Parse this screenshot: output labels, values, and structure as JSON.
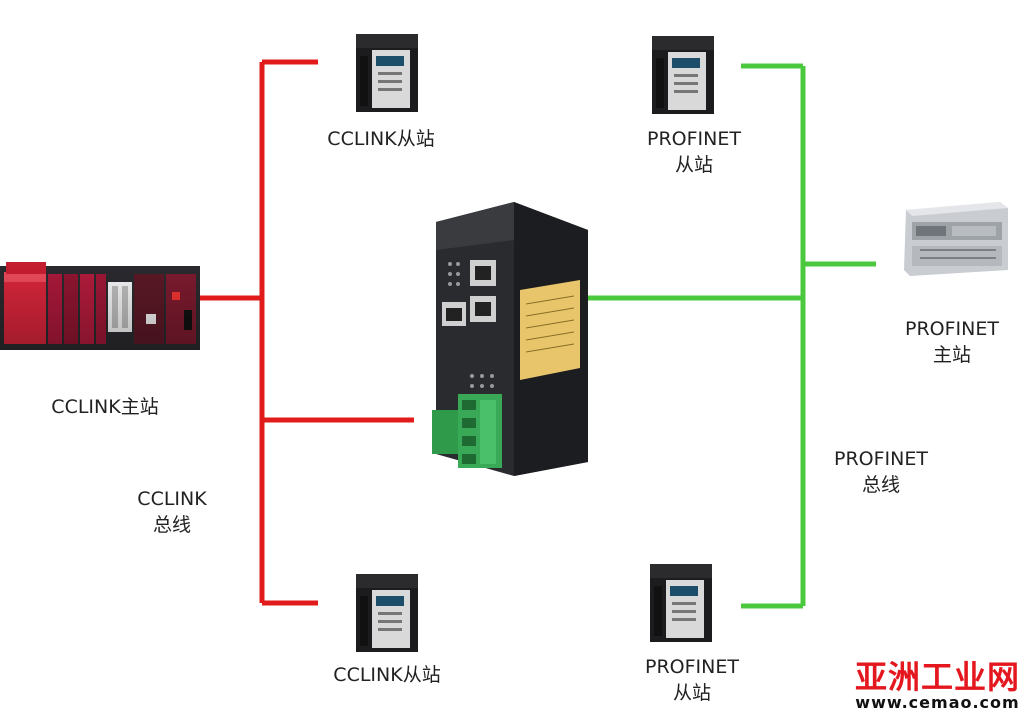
{
  "labels": {
    "cclink_master": "CCLINK主站",
    "cclink_bus_line1": "CCLINK",
    "cclink_bus_line2": "总线",
    "cclink_slave_top": "CCLINK从站",
    "cclink_slave_bottom": "CCLINK从站",
    "profinet_slave_top_line1": "PROFINET",
    "profinet_slave_top_line2": "从站",
    "profinet_slave_bottom_line1": "PROFINET",
    "profinet_slave_bottom_line2": "从站",
    "profinet_master_line1": "PROFINET",
    "profinet_master_line2": "主站",
    "profinet_bus_line1": "PROFINET",
    "profinet_bus_line2": "总线"
  },
  "watermark": {
    "brand": "亚洲工业网",
    "url": "www.cemao.com"
  },
  "colors": {
    "cclink_wire": "#e11b1b",
    "profinet_wire": "#4cc83f",
    "watermark_red": "#e4161e"
  }
}
